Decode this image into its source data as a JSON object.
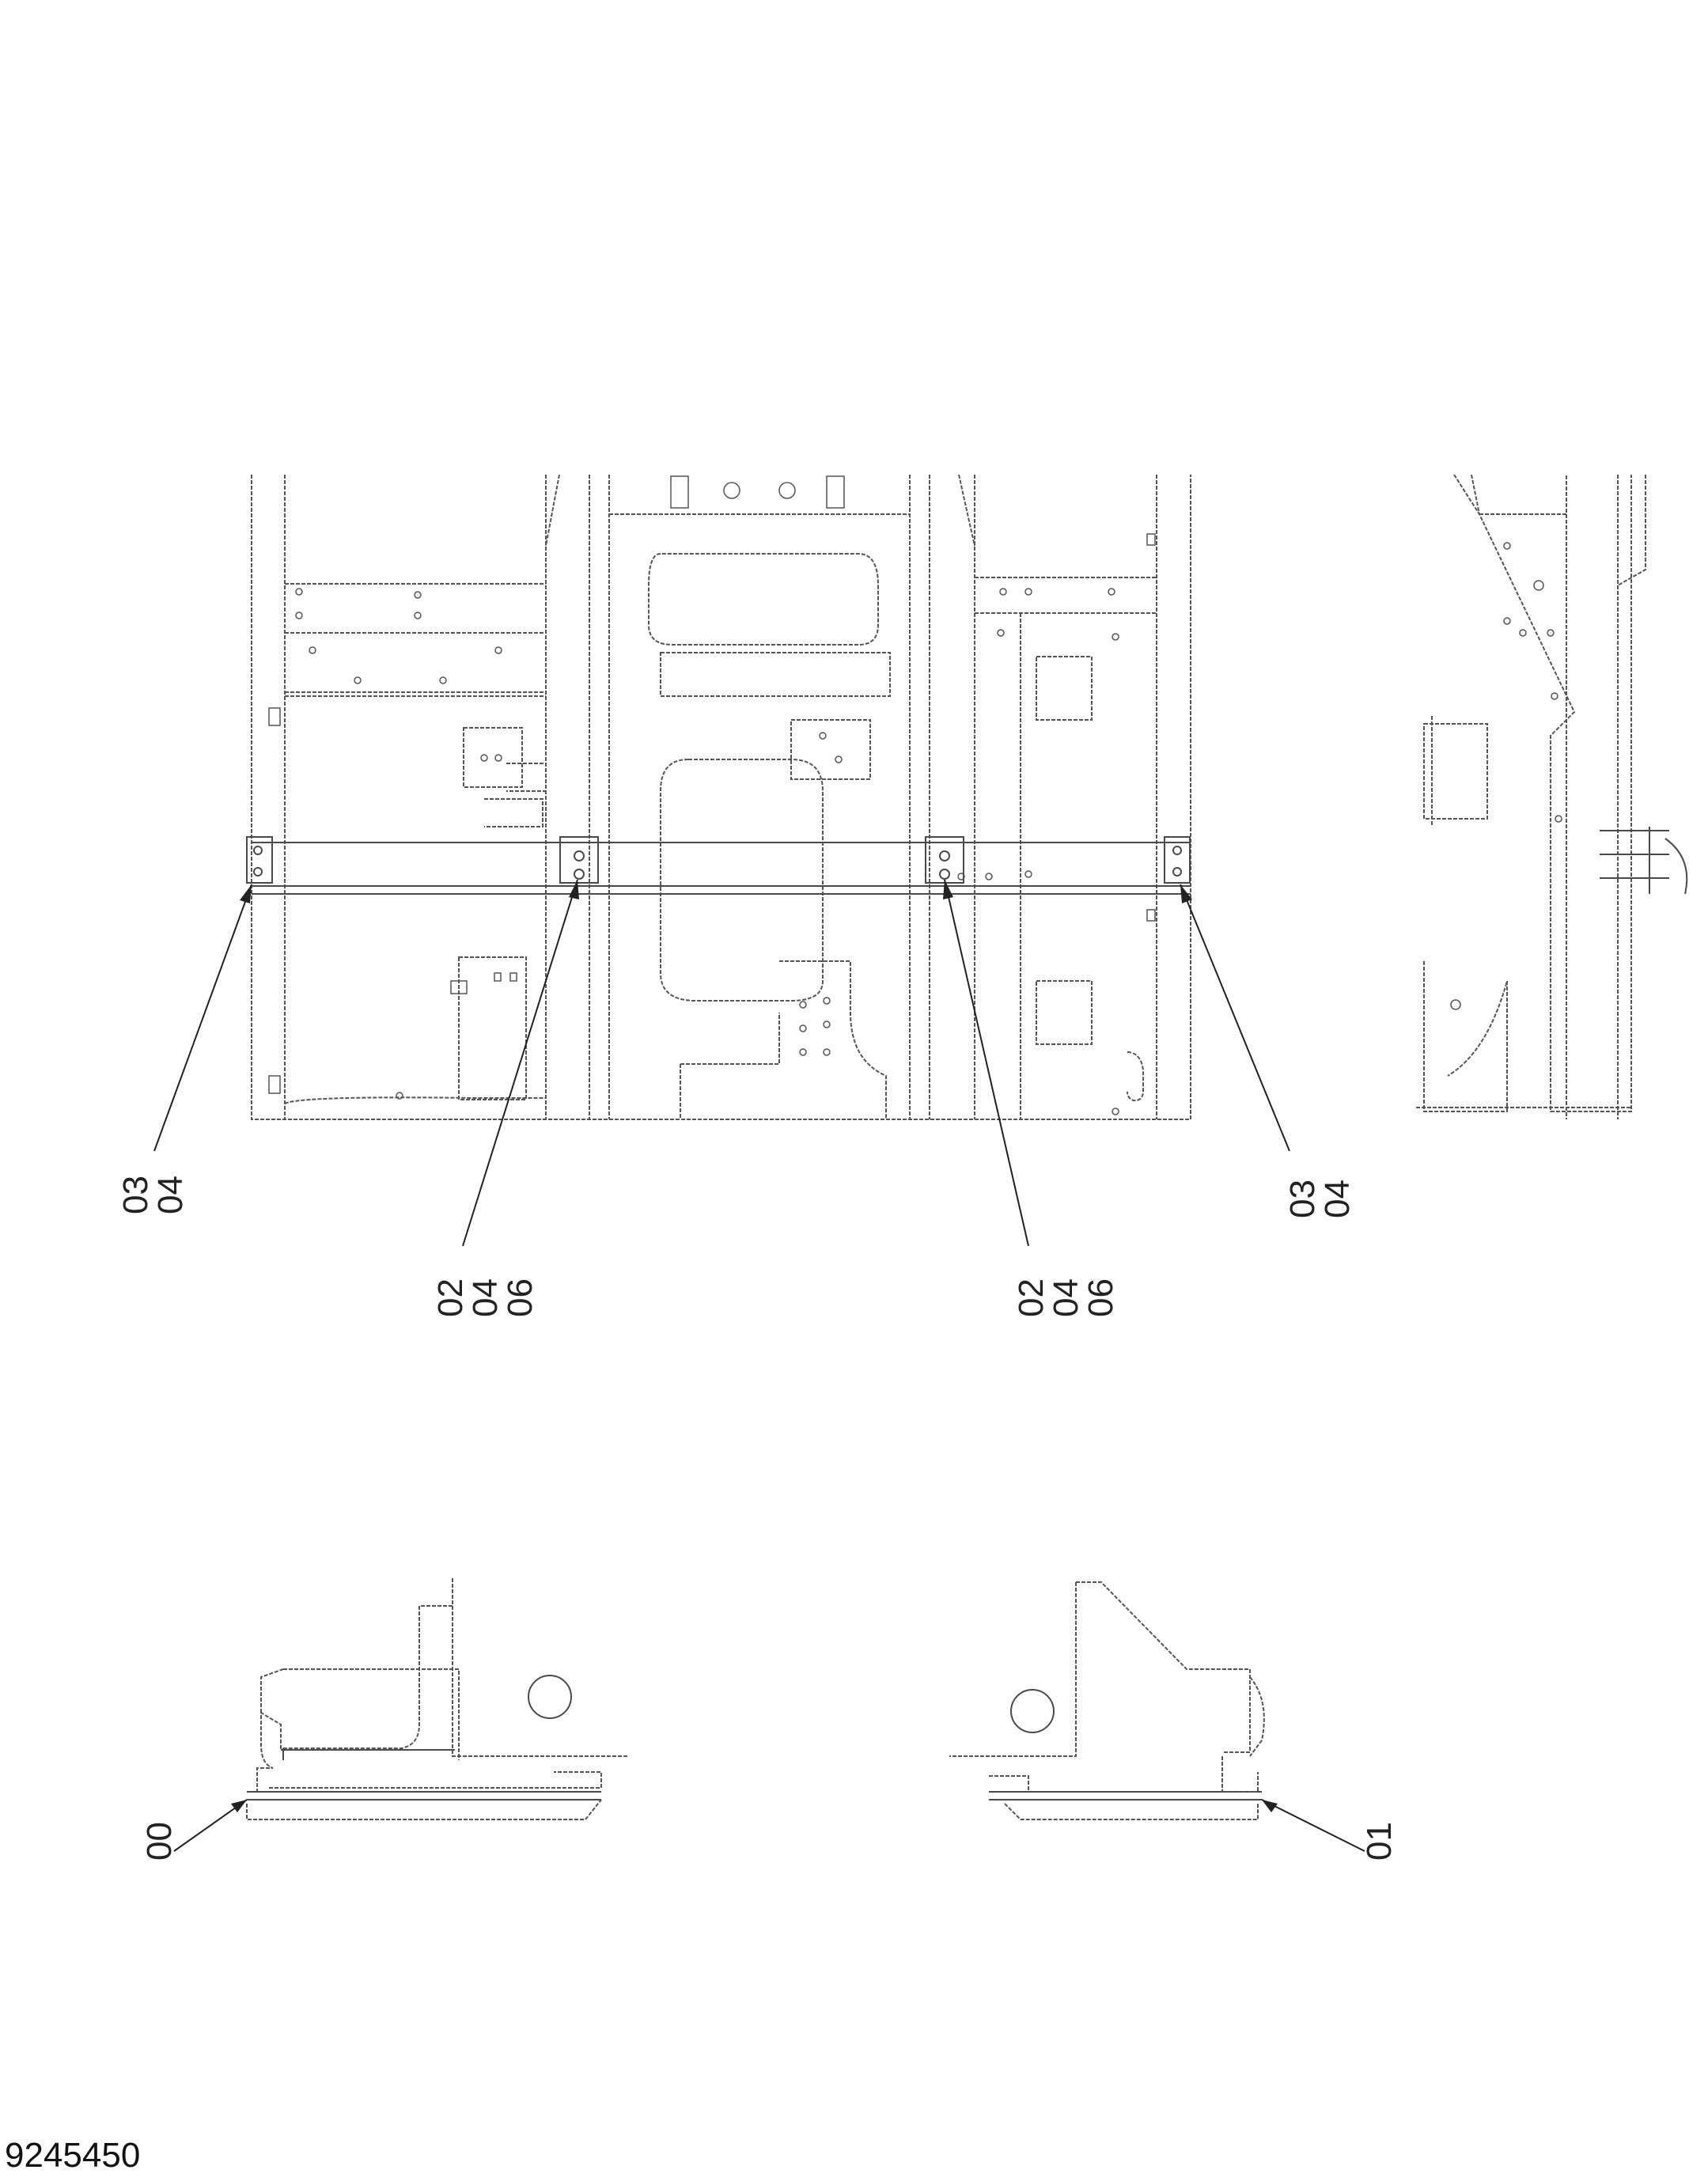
{
  "drawing_number": "9245450",
  "callouts": {
    "left_outer": [
      "03",
      "04"
    ],
    "left_inner": [
      "02",
      "04",
      "06"
    ],
    "right_inner": [
      "02",
      "04",
      "06"
    ],
    "right_outer": [
      "03",
      "04"
    ],
    "detail_left": [
      "00"
    ],
    "detail_right": [
      "01"
    ]
  }
}
